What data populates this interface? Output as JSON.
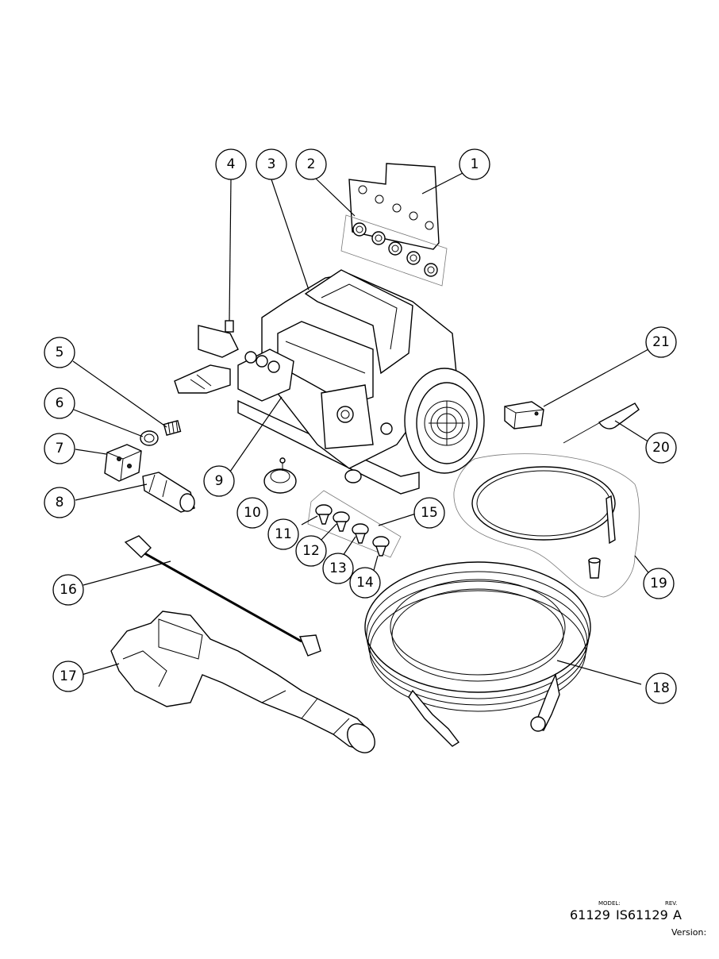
{
  "callouts": [
    "1",
    "2",
    "3",
    "4",
    "5",
    "6",
    "7",
    "8",
    "9",
    "10",
    "11",
    "12",
    "13",
    "14",
    "15",
    "16",
    "17",
    "18",
    "19",
    "20",
    "21"
  ],
  "title_block": {
    "model_label": "MODEL:",
    "model_value": "61129",
    "is_value": "IS61129",
    "rev_label": "REV.",
    "rev_value": "A",
    "version_label": "Version:"
  }
}
